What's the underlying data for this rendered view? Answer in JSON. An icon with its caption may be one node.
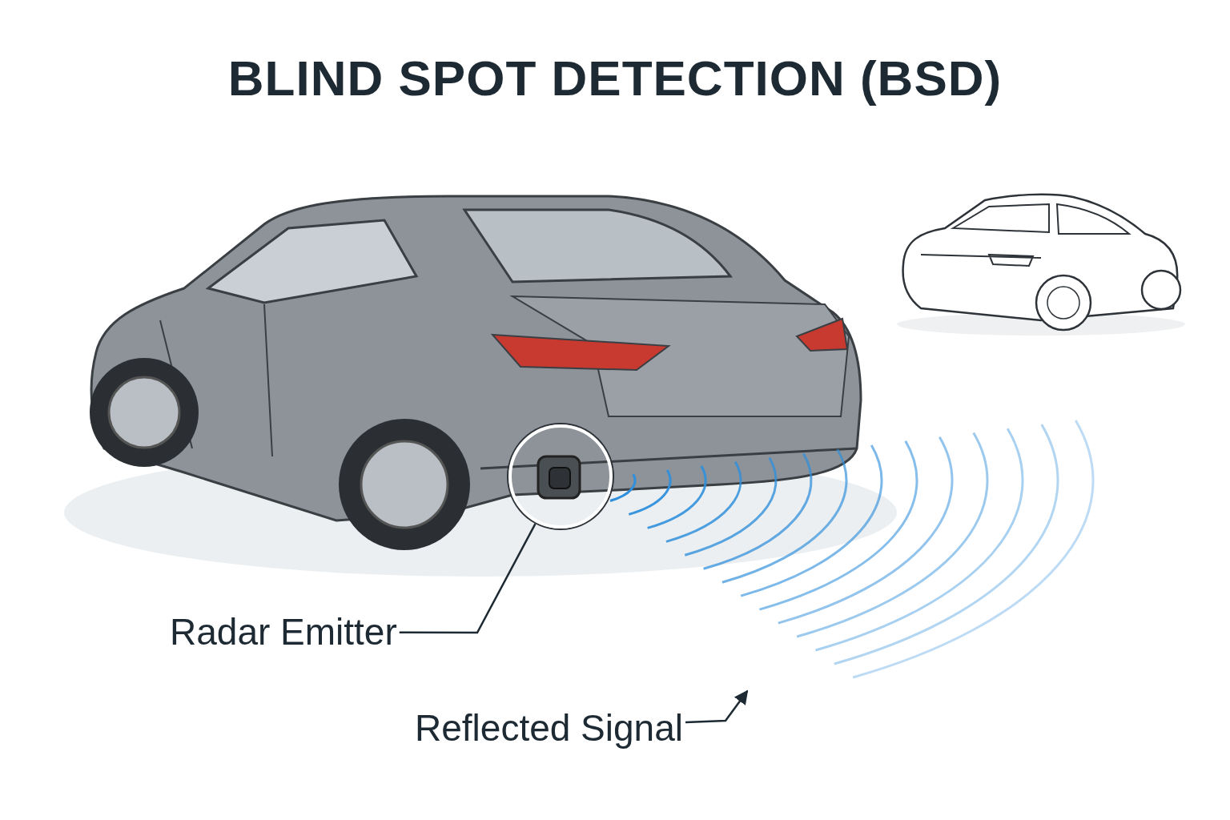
{
  "diagram": {
    "title": "BLIND SPOT DETECTION (BSD)",
    "nodes": [
      {
        "text": [
          "Radar Emitter"
        ]
      },
      {
        "text": [],
        "shape": "circle"
      },
      {
        "text": [
          "Reflected Signal"
        ]
      },
      {
        "text": [],
        "shape": "picture"
      }
    ],
    "edges": [
      {
        "from": 0,
        "to": 1,
        "arrow": "none"
      },
      {
        "from": 2,
        "to": 3,
        "arrow": "to"
      }
    ]
  }
}
